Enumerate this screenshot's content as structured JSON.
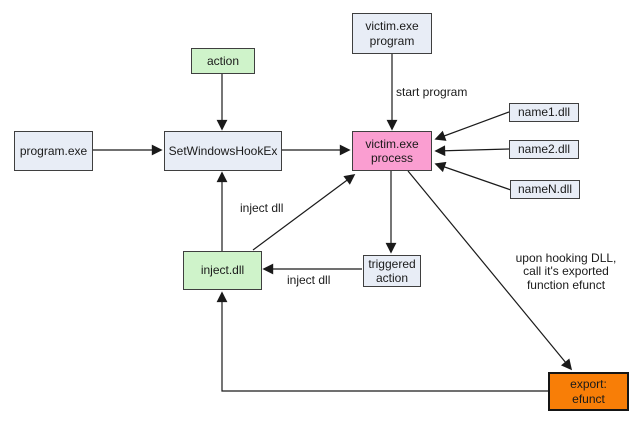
{
  "diagram": {
    "nodes": {
      "program_exe": {
        "label": "program.exe",
        "fill": "#e8edf6"
      },
      "action": {
        "label": "action",
        "fill": "#cff3ca"
      },
      "set_windows_hook_ex": {
        "label": "SetWindowsHookEx",
        "fill": "#e8edf6"
      },
      "victim_program": {
        "label": "victim.exe\nprogram",
        "fill": "#e8edf6"
      },
      "victim_process": {
        "label": "victim.exe\nprocess",
        "fill": "#fa9ed1"
      },
      "name1_dll": {
        "label": "name1.dll",
        "fill": "#e8edf6"
      },
      "name2_dll": {
        "label": "name2.dll",
        "fill": "#e8edf6"
      },
      "nameN_dll": {
        "label": "nameN.dll",
        "fill": "#e8edf6"
      },
      "inject_dll": {
        "label": "inject.dll",
        "fill": "#cff3ca"
      },
      "triggered_action": {
        "label": "triggered\naction",
        "fill": "#e8edf6"
      },
      "export_efunct": {
        "label": "export:\nefunct",
        "fill": "#f87e07"
      }
    },
    "edge_labels": {
      "start_program": "start program",
      "inject_dll_to_hook": "inject dll",
      "inject_dll_return": "inject dll",
      "upon_hooking": "upon hooking DLL,\ncall it's exported\nfunction efunct"
    },
    "colors": {
      "background": "#ffffff",
      "line": "#1a1a1a",
      "text": "#1a1a1a",
      "node_border": "#3f3f3f",
      "node_blue": "#e8edf6",
      "node_green": "#cff3ca",
      "node_pink": "#fa9ed1",
      "node_orange": "#f87e07"
    }
  }
}
